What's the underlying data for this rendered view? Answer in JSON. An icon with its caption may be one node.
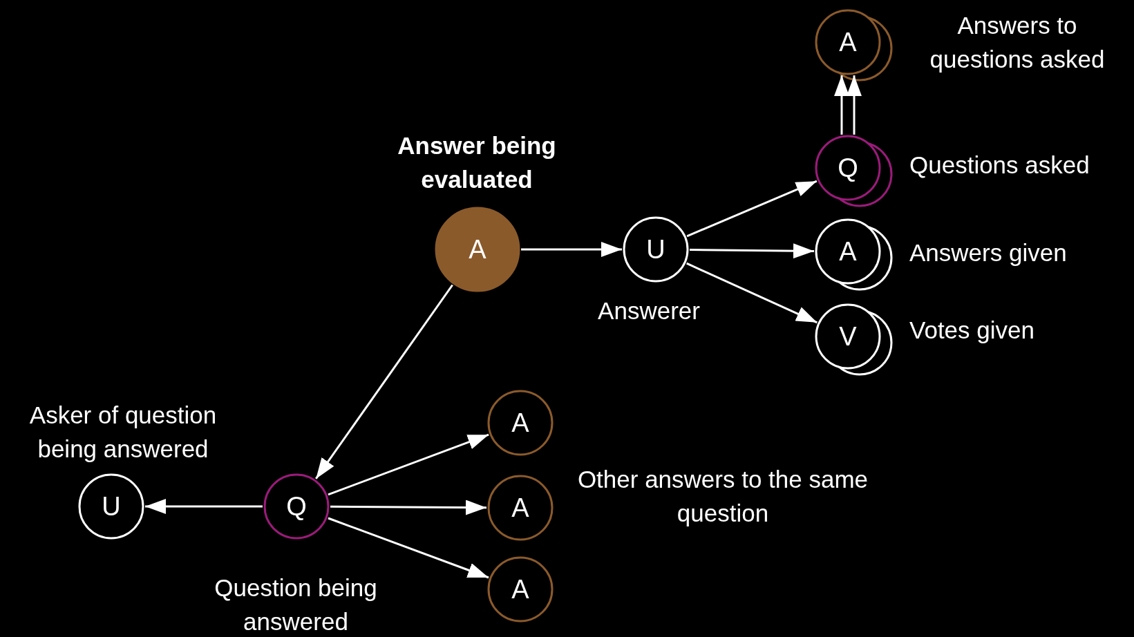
{
  "diagram": {
    "nodes": [
      {
        "text": [
          "A"
        ],
        "beside": [
          "Answer being evaluated"
        ]
      },
      {
        "text": [
          "U"
        ],
        "beside": [
          "Answerer"
        ]
      },
      {
        "text": [
          "Q"
        ],
        "beside": [
          "Questions asked"
        ]
      },
      {
        "text": [
          "A"
        ],
        "beside": [
          "Answers to questions asked"
        ]
      },
      {
        "text": [
          "A"
        ],
        "beside": [
          "Answers given"
        ]
      },
      {
        "text": [
          "V"
        ],
        "beside": [
          "Votes given"
        ]
      },
      {
        "text": [
          "Q"
        ],
        "beside": [
          "Question being answered"
        ]
      },
      {
        "text": [
          "U"
        ],
        "beside": [
          "Asker of question being answered"
        ]
      },
      {
        "text": [
          "A"
        ]
      },
      {
        "text": [
          "A"
        ]
      },
      {
        "text": [
          "A"
        ]
      }
    ],
    "edges": [
      {
        "from": 0,
        "to": 1,
        "arrow": "to"
      },
      {
        "from": 1,
        "to": 2,
        "arrow": "to"
      },
      {
        "from": 1,
        "to": 4,
        "arrow": "to"
      },
      {
        "from": 1,
        "to": 5,
        "arrow": "to"
      },
      {
        "from": 2,
        "to": 3,
        "arrow": "to"
      },
      {
        "from": 2,
        "to": 3,
        "arrow": "to"
      },
      {
        "from": 0,
        "to": 6,
        "arrow": "to"
      },
      {
        "from": 6,
        "to": 7,
        "arrow": "to"
      },
      {
        "from": 6,
        "to": 8,
        "arrow": "to"
      },
      {
        "from": 6,
        "to": 9,
        "arrow": "to"
      },
      {
        "from": 6,
        "to": 10,
        "arrow": "to"
      }
    ],
    "labels": [
      "Other answers to the same question"
    ]
  }
}
